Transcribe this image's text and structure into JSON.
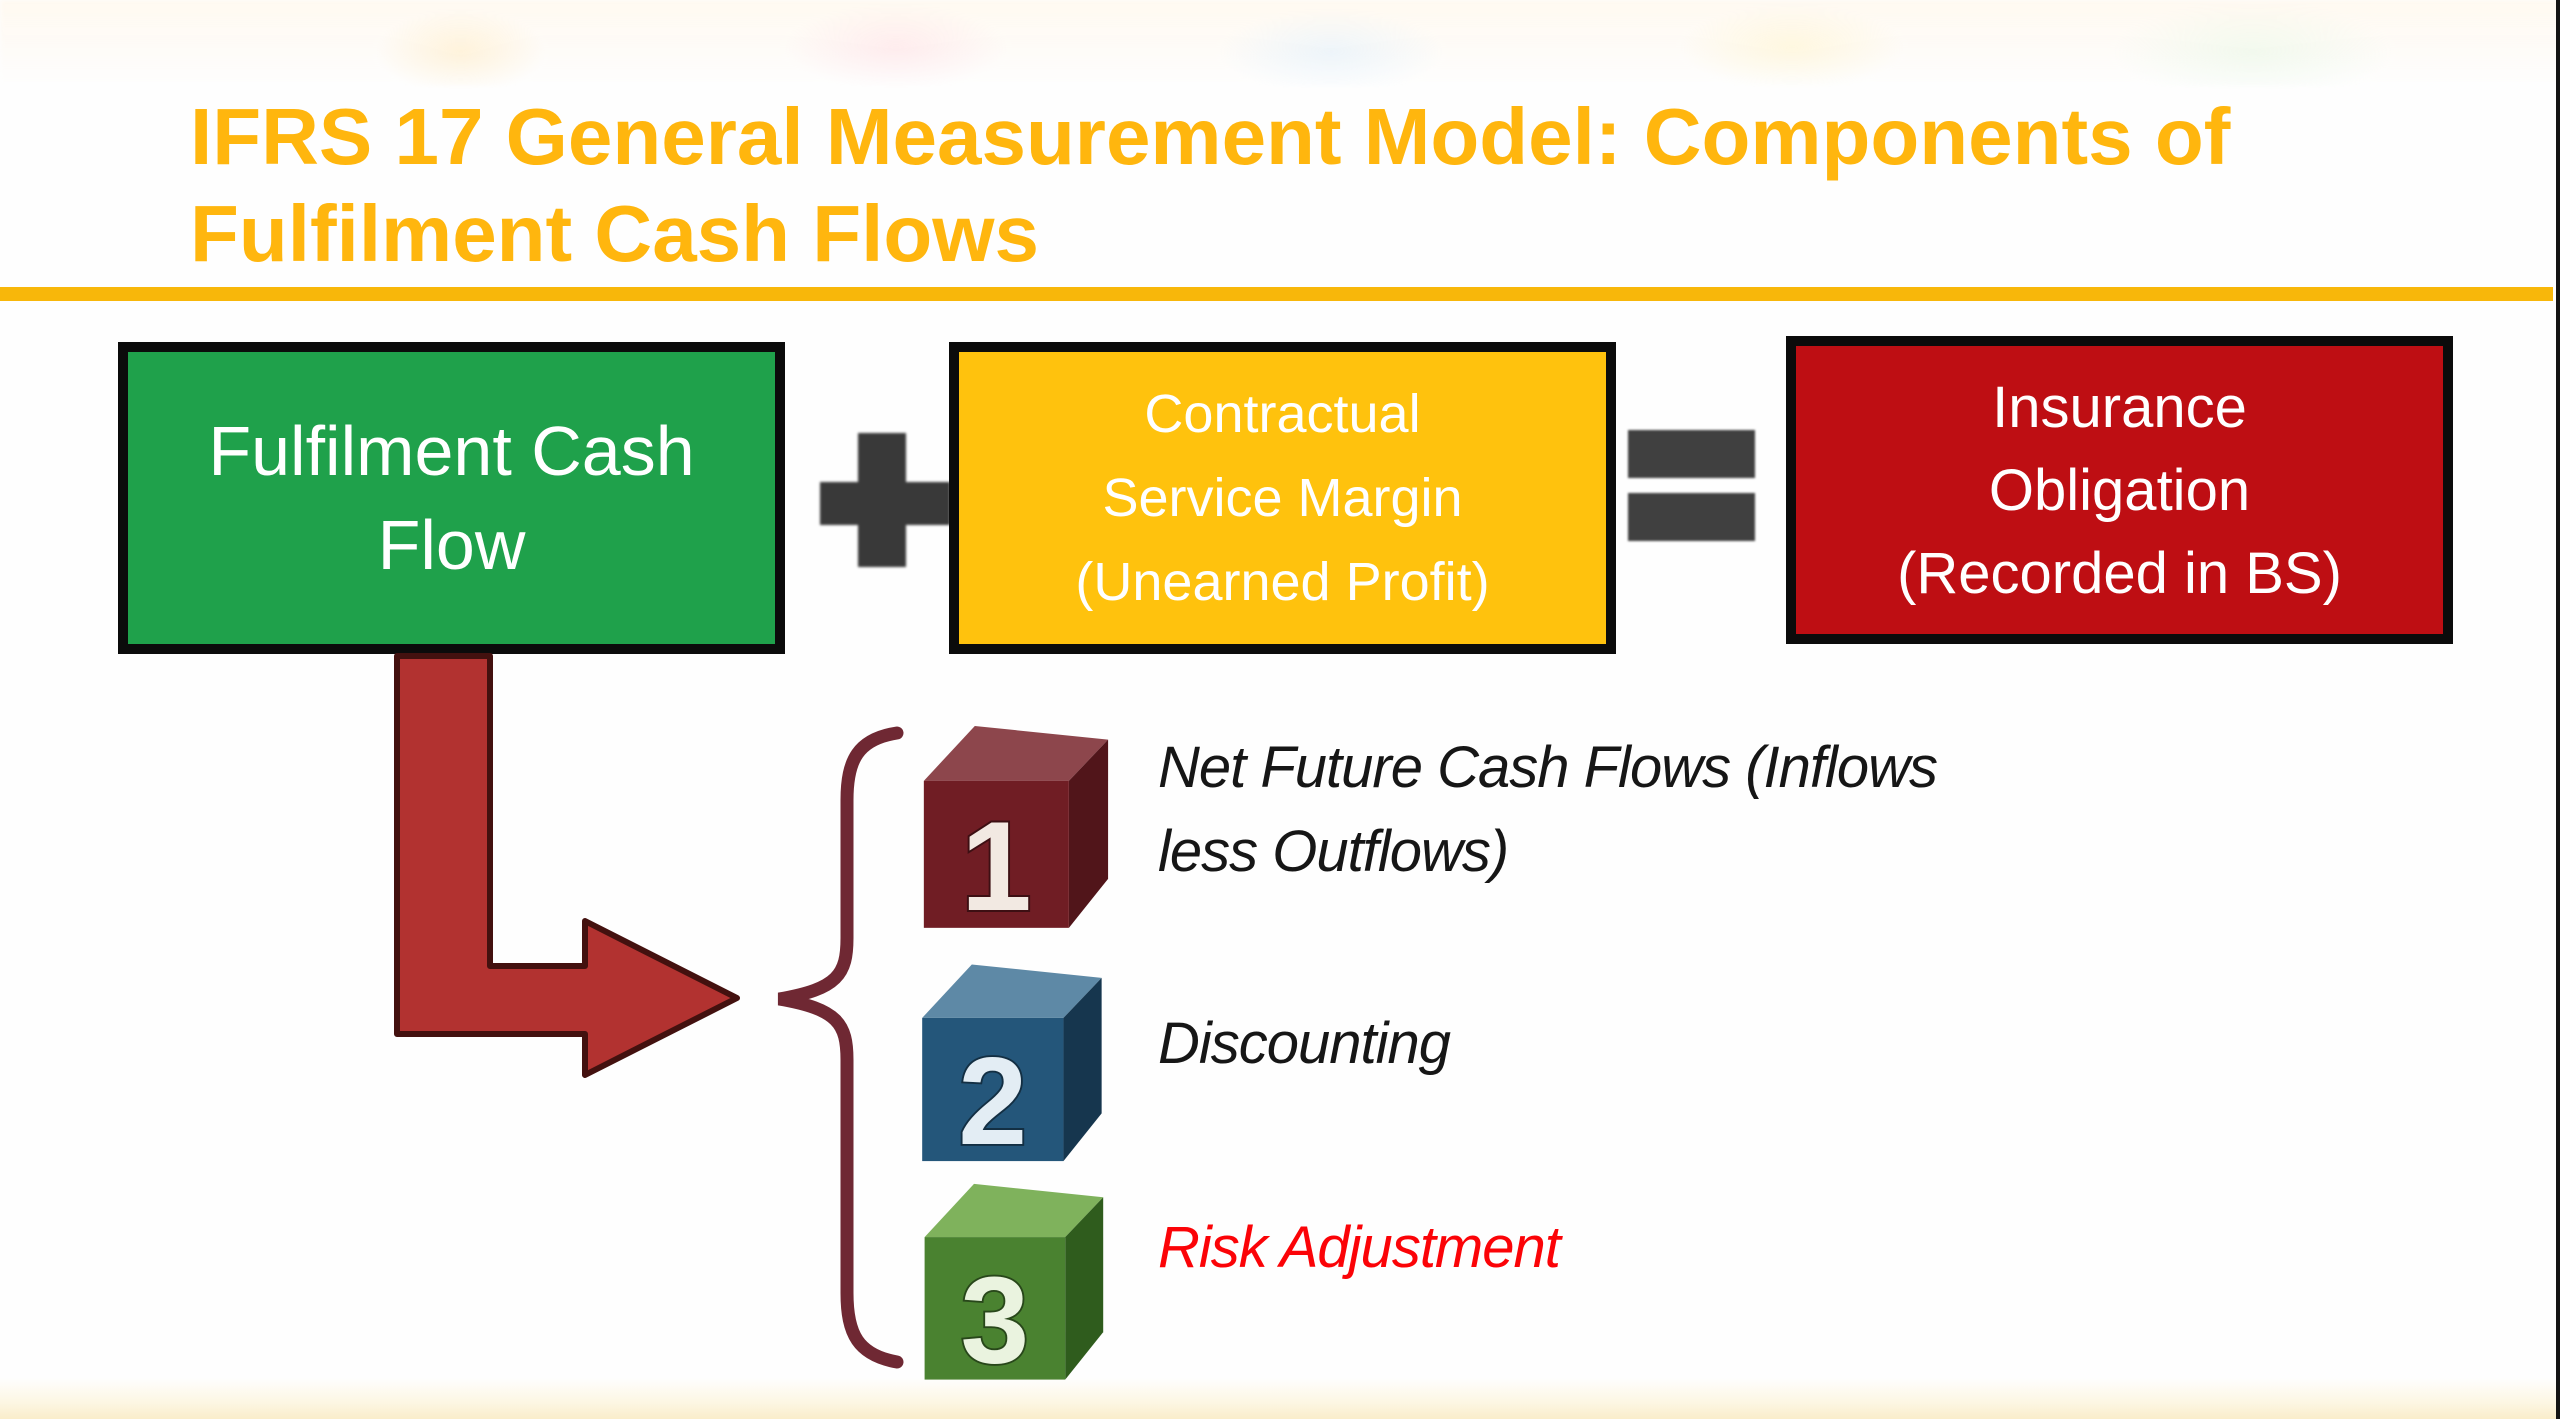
{
  "slide": {
    "title": {
      "line1": "IFRS 17 General Measurement Model: Components of",
      "line2": "Fulfilment Cash Flows",
      "color": "#FFB60E"
    },
    "divider_color": "#F8B70A"
  },
  "equation": {
    "fulfilment_box": {
      "line1": "Fulfilment Cash",
      "line2": "Flow",
      "fill": "#1FA14B",
      "text_color": "#FFFFFF"
    },
    "plus_symbol": "+",
    "csm_box": {
      "line1": "Contractual",
      "line2": "Service Margin",
      "line3": "(Unearned Profit)",
      "fill": "#FFC20D",
      "text_color": "#FFFFFF"
    },
    "equals_symbol": "=",
    "obligation_box": {
      "line1": "Insurance",
      "line2": "Obligation",
      "line3": "(Recorded in BS)",
      "fill": "#BE0E13",
      "text_color": "#FFFFFF"
    }
  },
  "components": {
    "item1": {
      "number": "1",
      "line1": "Net Future Cash Flows (Inflows",
      "line2": "less Outflows)",
      "cube_front": "#701D24",
      "cube_top": "#8D464C",
      "cube_side": "#51151A",
      "number_color": "#F2E9E2",
      "text_color": "#161616"
    },
    "item2": {
      "number": "2",
      "label": "Discounting",
      "cube_front": "#24567A",
      "cube_top": "#5E89A6",
      "cube_side": "#16364E",
      "number_color": "#E3EDF4",
      "text_color": "#161616"
    },
    "item3": {
      "number": "3",
      "label": "Risk Adjustment",
      "cube_front": "#4A8230",
      "cube_top": "#7FB25C",
      "cube_side": "#2F5C1D",
      "number_color": "#EAF3DF",
      "text_color": "#FB0307"
    }
  },
  "decorations": {
    "arrow_fill": "#B23230",
    "arrow_outline": "#43110F",
    "brace_color": "#6F2833",
    "plus_color": "#393939",
    "equals_color": "#404040",
    "border_right_color": "#141414"
  }
}
